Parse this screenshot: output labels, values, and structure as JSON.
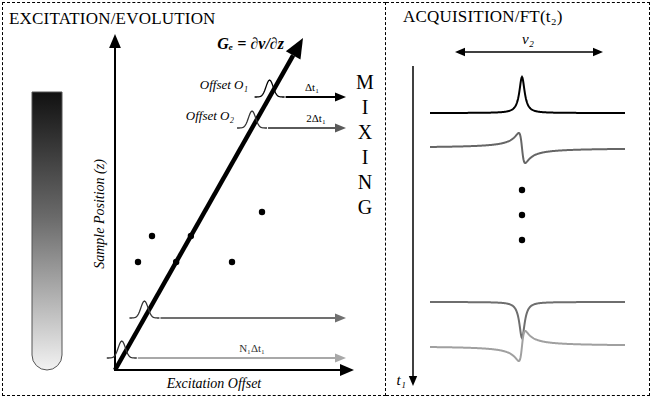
{
  "diagram": {
    "nodes": [
      {
        "text": [
          "EXCITATION/EVOLUTION"
        ]
      },
      {
        "text": [
          "ACQUISITION/FT(t₂)"
        ]
      }
    ],
    "labels": [
      "Gₑ = ∂ν/∂z",
      "Offset O₁",
      "Δt₁",
      "Offset O₂",
      "2Δt₁",
      "N₁Δt₁",
      "MIXING",
      "Sample Position (z)",
      "Excitation Offset",
      "ν₂",
      "t₁"
    ]
  }
}
